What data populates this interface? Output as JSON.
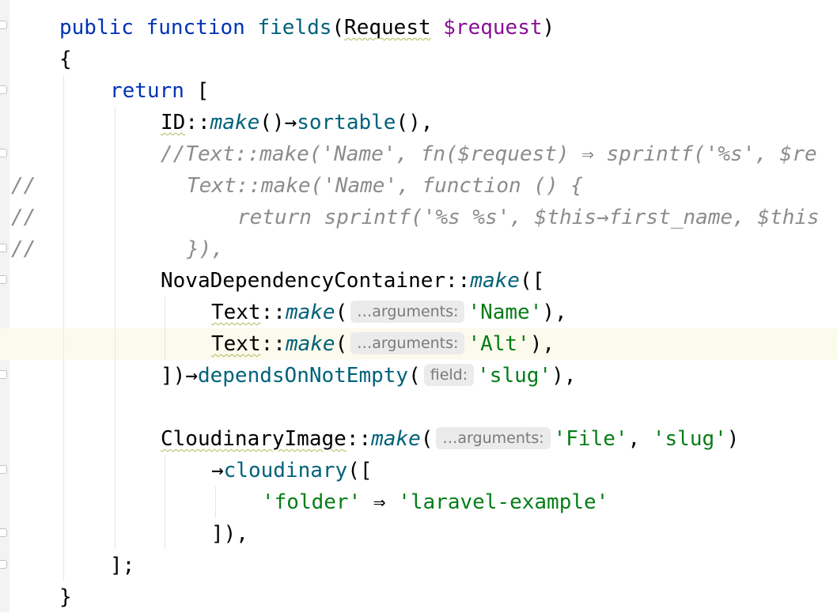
{
  "editor": {
    "language": "PHP",
    "gutter_comment_mark": "//",
    "lines": {
      "l1_kw1": "public",
      "l1_kw2": "function",
      "l1_fn": "fields",
      "l1_type": "Request",
      "l1_var": "$request",
      "l2_brace": "{",
      "l3_kw": "return",
      "l3_bracket": "[",
      "l4_class": "ID",
      "l4_m1": "make",
      "l4_m2": "sortable",
      "l5_comment": "//Text::make('Name', fn($request) ⇒ sprintf('%s', $re",
      "l6_comment": "Text::make('Name', function () {",
      "l7_comment": "return sprintf('%s %s', $this→first_name, $this",
      "l8_comment": "}),",
      "l9_class": "NovaDependencyContainer",
      "l9_m": "make",
      "l10_class": "Text",
      "l10_m": "make",
      "l10_hint": "…arguments:",
      "l10_str": "'Name'",
      "l11_class": "Text",
      "l11_m": "make",
      "l11_hint": "…arguments:",
      "l11_str": "'Alt'",
      "l12_m": "dependsOnNotEmpty",
      "l12_hint": "field:",
      "l12_str": "'slug'",
      "l14_class": "CloudinaryImage",
      "l14_m": "make",
      "l14_hint": "…arguments:",
      "l14_str1": "'File'",
      "l14_str2": "'slug'",
      "l15_m": "cloudinary",
      "l16_key": "'folder'",
      "l16_arrow": "⇒",
      "l16_val": "'laravel-example'",
      "l17_close": "]),",
      "l18_close": "];",
      "l19_brace": "}"
    }
  },
  "colors": {
    "keyword": "#0033b3",
    "method": "#00627a",
    "variable": "#871094",
    "string": "#067d17",
    "comment": "#8c8c8c",
    "current_line": "#fcfaed",
    "inlay_hint_bg": "#ebebeb"
  }
}
